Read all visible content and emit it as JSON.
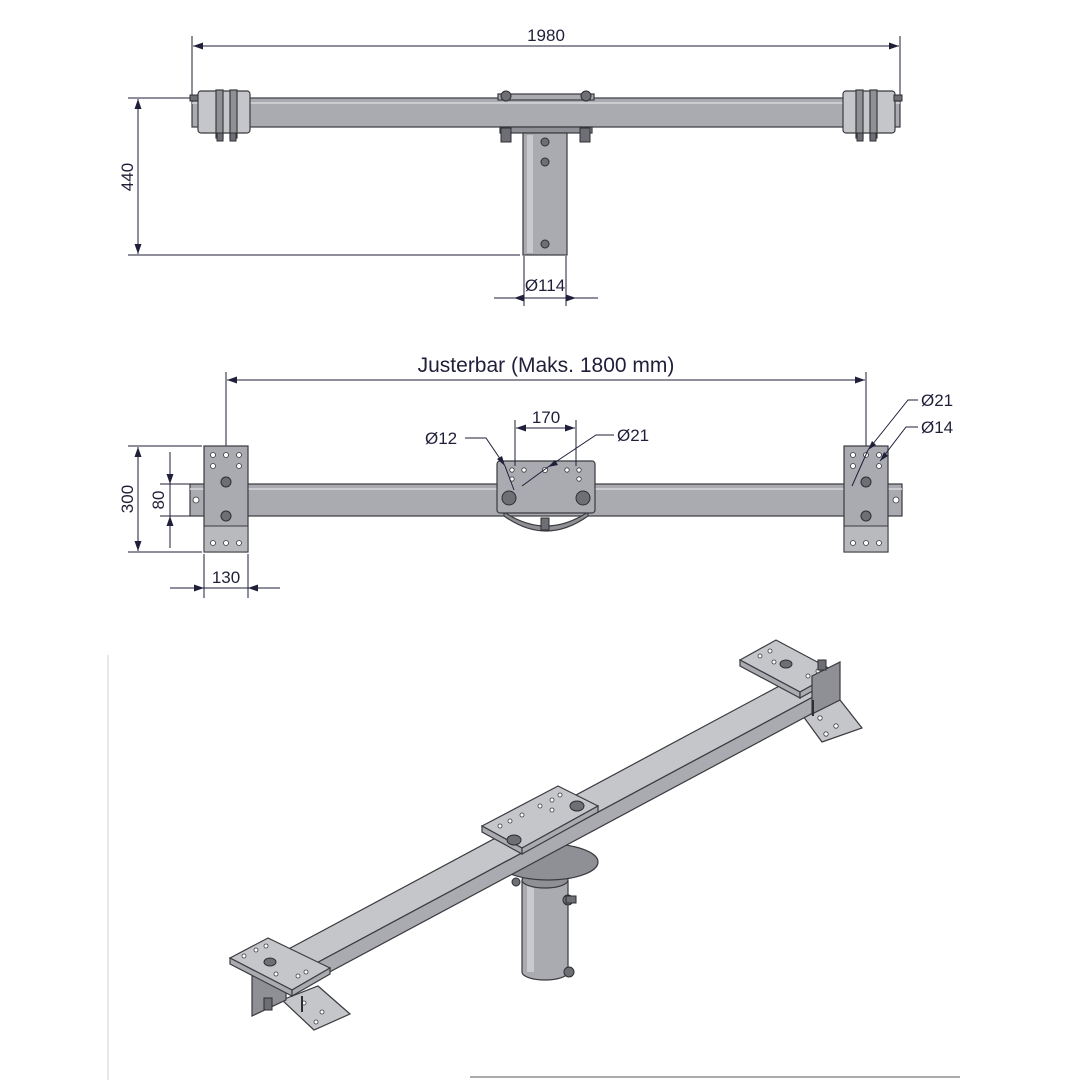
{
  "top_view": {
    "width_label": "1980",
    "height_label": "440",
    "pipe_diameter_label": "Ø114"
  },
  "middle_view": {
    "adjustable_label": "Justerbar (Maks. 1800 mm)",
    "height_label": "300",
    "bar_height_label": "80",
    "plate_width_label": "130",
    "center_hole_spacing_label": "170",
    "hole_small_label": "Ø12",
    "hole_center_label": "Ø21",
    "end_hole_large_label": "Ø21",
    "end_hole_small_label": "Ø14"
  },
  "colors": {
    "dimension_ink": "#1f1f3a",
    "steel": "#a9abb0",
    "steel_light": "#c4c6ca",
    "steel_dark": "#8e9095",
    "outline": "#3a3a3f"
  }
}
